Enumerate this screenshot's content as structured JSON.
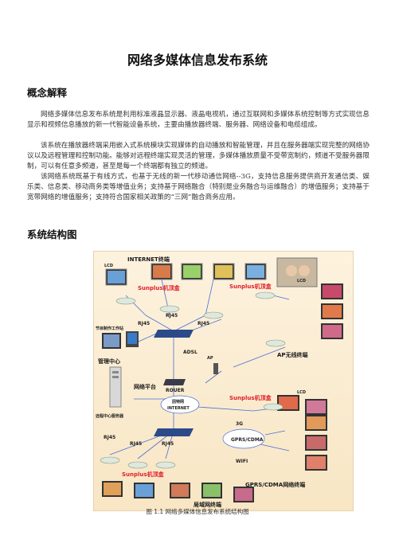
{
  "document": {
    "title": "网络多媒体信息发布系统",
    "sections": [
      {
        "heading": "概念解释",
        "paragraphs": [
          "网络多媒体信息发布系统是利用标准液晶显示器、液晶电视机，通过互联网和多媒体系统控制等方式实现信息显示和视频信息播放的新一代智能设备系统，主要由播放器终端、服务器、网络设备和电缆组成。",
          "该系统在播放器终端采用嵌入式系统模块实现媒体的自动播放和智能管理，并且在服务器端实现完整的网络协议以及远程管理和控制功能。能够对远程终端实现灵活的管理，多媒体播放质量不受带宽制约，频道不受服务器限制，可以有任意多频道，甚至是每一个终端都有独立的频道。",
          "该网络系统既基于有线方式，也基于无线的新一代移动通信网络--3G，支持信息服务提供商开发通信类、娱乐类、信息类、移动商务类等增值业务；支持基于网络融合（特别是业务融合与运维融合）的增值服务；支持基于宽带网络的增值服务；支持符合国家相关政策的“三网”融合商务应用。"
        ]
      },
      {
        "heading": "系统结构图"
      }
    ],
    "caption": "图 1.1  网络多媒体信息发布系统结构图"
  },
  "diagram": {
    "labels": {
      "lcd_top": "LCD",
      "internet_terminal": "INTERNET终端",
      "sunplus_top": "Sunplus机顶盒",
      "sunplus_right_top": "Sunplus机顶盒",
      "lcd_right_top": "LCD",
      "program_station": "节目制作工作站",
      "rj45_a": "RJ45",
      "rj45_b": "RJ45",
      "rj45_c": "RJ45",
      "adsl": "ADSL",
      "management_center": "管理中心",
      "ap": "AP",
      "ap_wireless": "AP无线终端",
      "network_platform": "网络平台",
      "router": "ROUER",
      "internet_cloud_cn": "因特网",
      "internet_cloud_en": "INTERNET",
      "sunplus_right_mid": "Sunplus机顶盒",
      "lcd_right_mid": "LCD",
      "remote_server": "远程中心服务器",
      "g3": "3G",
      "gprs_cdma": "GPRS/CDMA",
      "rj45_d": "RJ45",
      "rj45_e": "RJ45",
      "rj45_f": "RJ45",
      "wifi": "WIFI",
      "sunplus_bottom": "Sunplus机顶盒",
      "gprs_cdma_terminal": "GPRS/CDMA网络终端",
      "lan_terminal": "局域网终端"
    },
    "colors": {
      "background": "#f8e6c4",
      "red_label": "#e0202a",
      "line": "#4a6fd1",
      "router_blue": "#2b4a8a"
    }
  }
}
